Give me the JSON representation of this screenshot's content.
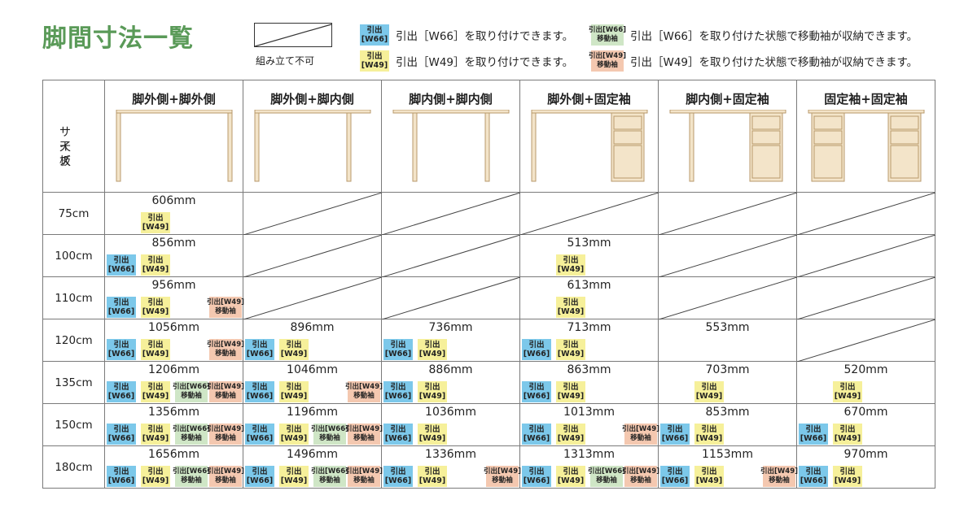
{
  "title": "脚間寸法一覧",
  "legend": {
    "unassemblable": "組み立て不可",
    "w66_text": "引出［W66］を取り付けできます。",
    "w49_text": "引出［W49］を取り付けできます。",
    "mw66_text": "引出［W66］を取り付けた状態で移動袖が収納できます。",
    "mw49_text": "引出［W49］を取り付けた状態で移動袖が収納できます。"
  },
  "badge_labels": {
    "w66": {
      "top": "引出",
      "bottom": "[W66]"
    },
    "w49": {
      "top": "引出",
      "bottom": "[W49]"
    },
    "mw66": {
      "top": "引出[W66]",
      "bottom": "移動袖"
    },
    "mw49": {
      "top": "引出[W49]",
      "bottom": "移動袖"
    }
  },
  "table": {
    "corner_line1": "天板",
    "corner_line2": "サイズ",
    "columns": [
      {
        "label": "脚外側+脚外側",
        "left": "leg",
        "right": "leg",
        "left_in": false,
        "right_in": false
      },
      {
        "label": "脚外側+脚内側",
        "left": "leg",
        "right": "leg",
        "left_in": false,
        "right_in": true
      },
      {
        "label": "脚内側+脚内側",
        "left": "leg",
        "right": "leg",
        "left_in": true,
        "right_in": true
      },
      {
        "label": "脚外側+固定袖",
        "left": "leg",
        "right": "drawer",
        "left_in": false,
        "right_in": false
      },
      {
        "label": "脚内側+固定袖",
        "left": "leg",
        "right": "drawer",
        "left_in": true,
        "right_in": false
      },
      {
        "label": "固定袖+固定袖",
        "left": "drawer",
        "right": "drawer",
        "left_in": false,
        "right_in": false
      }
    ],
    "rows": [
      {
        "size": "75cm",
        "cells": [
          {
            "mm": "606mm",
            "badges": [
              "",
              "w49",
              "",
              ""
            ]
          },
          null,
          null,
          null,
          null,
          null
        ]
      },
      {
        "size": "100cm",
        "cells": [
          {
            "mm": "856mm",
            "badges": [
              "w66",
              "w49",
              "",
              ""
            ]
          },
          null,
          null,
          {
            "mm": "513mm",
            "badges": [
              "",
              "w49",
              "",
              ""
            ]
          },
          null,
          null
        ]
      },
      {
        "size": "110cm",
        "cells": [
          {
            "mm": "956mm",
            "badges": [
              "w66",
              "w49",
              "",
              "mw49"
            ]
          },
          null,
          null,
          {
            "mm": "613mm",
            "badges": [
              "",
              "w49",
              "",
              ""
            ]
          },
          null,
          null
        ]
      },
      {
        "size": "120cm",
        "cells": [
          {
            "mm": "1056mm",
            "badges": [
              "w66",
              "w49",
              "",
              "mw49"
            ]
          },
          {
            "mm": "896mm",
            "badges": [
              "w66",
              "w49",
              "",
              ""
            ]
          },
          {
            "mm": "736mm",
            "badges": [
              "w66",
              "w49",
              "",
              ""
            ]
          },
          {
            "mm": "713mm",
            "badges": [
              "w66",
              "w49",
              "",
              ""
            ]
          },
          {
            "mm": "553mm",
            "badges": [
              "",
              "",
              "",
              ""
            ]
          },
          null
        ]
      },
      {
        "size": "135cm",
        "cells": [
          {
            "mm": "1206mm",
            "badges": [
              "w66",
              "w49",
              "mw66",
              "mw49"
            ]
          },
          {
            "mm": "1046mm",
            "badges": [
              "w66",
              "w49",
              "",
              "mw49"
            ]
          },
          {
            "mm": "886mm",
            "badges": [
              "w66",
              "w49",
              "",
              ""
            ]
          },
          {
            "mm": "863mm",
            "badges": [
              "w66",
              "w49",
              "",
              ""
            ]
          },
          {
            "mm": "703mm",
            "badges": [
              "",
              "w49",
              "",
              ""
            ]
          },
          {
            "mm": "520mm",
            "badges": [
              "",
              "w49",
              "",
              ""
            ]
          }
        ]
      },
      {
        "size": "150cm",
        "cells": [
          {
            "mm": "1356mm",
            "badges": [
              "w66",
              "w49",
              "mw66",
              "mw49"
            ]
          },
          {
            "mm": "1196mm",
            "badges": [
              "w66",
              "w49",
              "mw66",
              "mw49"
            ]
          },
          {
            "mm": "1036mm",
            "badges": [
              "w66",
              "w49",
              "",
              ""
            ]
          },
          {
            "mm": "1013mm",
            "badges": [
              "w66",
              "w49",
              "",
              "mw49"
            ]
          },
          {
            "mm": "853mm",
            "badges": [
              "w66",
              "w49",
              "",
              ""
            ]
          },
          {
            "mm": "670mm",
            "badges": [
              "w66",
              "w49",
              "",
              ""
            ]
          }
        ]
      },
      {
        "size": "180cm",
        "cells": [
          {
            "mm": "1656mm",
            "badges": [
              "w66",
              "w49",
              "mw66",
              "mw49"
            ]
          },
          {
            "mm": "1496mm",
            "badges": [
              "w66",
              "w49",
              "mw66",
              "mw49"
            ]
          },
          {
            "mm": "1336mm",
            "badges": [
              "w66",
              "w49",
              "",
              "mw49"
            ]
          },
          {
            "mm": "1313mm",
            "badges": [
              "w66",
              "w49",
              "mw66",
              "mw49"
            ]
          },
          {
            "mm": "1153mm",
            "badges": [
              "w66",
              "w49",
              "",
              "mw49"
            ]
          },
          {
            "mm": "970mm",
            "badges": [
              "w66",
              "w49",
              "",
              ""
            ]
          }
        ]
      }
    ]
  },
  "colors": {
    "title": "#5a9a58",
    "w66": "#7cc8ea",
    "w49": "#f6f09a",
    "mw66": "#cfe6c6",
    "mw49": "#f4c8b0",
    "wood": "#f3e4c9",
    "wood_stroke": "#b89a6c"
  }
}
